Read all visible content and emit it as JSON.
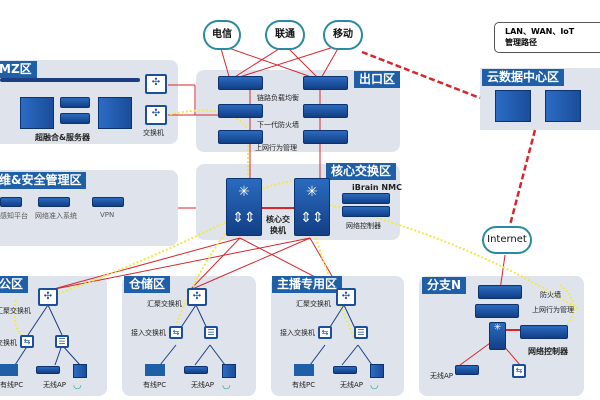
{
  "clouds": {
    "telecom": "电信",
    "unicom": "联通",
    "mobile": "移动",
    "internet": "Internet"
  },
  "legend": {
    "line1": "LAN、WAN、IoT",
    "line2": "管理路径"
  },
  "dmz": {
    "title": "MZ区",
    "servers_label": "超融合&服务器",
    "switch_label": "交换机"
  },
  "exit": {
    "title": "出口区",
    "load_balancer": "链路负载均衡",
    "firewall": "下一代防火墙",
    "behavior_mgmt": "上网行为管理"
  },
  "cloud_dc": {
    "title": "云数据中心区"
  },
  "ops": {
    "title": "维&安全管理区",
    "item1": "感知平台",
    "item2": "网络准入系统",
    "item3": "VPN"
  },
  "core": {
    "title": "核心交换区",
    "switch_label": "核心交换机",
    "nmc": "iBrain NMC",
    "controller": "网络控制器"
  },
  "office": {
    "title": "公区",
    "agg": "汇聚交换机",
    "access": "交换机",
    "pc": "有线PC",
    "ap": "无线AP"
  },
  "storage": {
    "title": "仓储区",
    "agg": "汇聚交换机",
    "access": "接入交换机",
    "pc": "有线PC",
    "ap": "无线AP"
  },
  "broadcast": {
    "title": "主播专用区",
    "agg": "汇聚交换机",
    "access": "接入交换机",
    "pc": "有线PC",
    "ap": "无线AP"
  },
  "branch": {
    "title": "分支N",
    "firewall": "防火墙",
    "behavior_mgmt": "上网行为管理",
    "controller": "网络控制器",
    "ap": "无线AP"
  },
  "colors": {
    "panel": "#dfe4ec",
    "title": "#1f5fa8",
    "wan_line": "#d9262b",
    "mgmt_path": "#f2e84a",
    "tree_line": "#1b3f80"
  }
}
